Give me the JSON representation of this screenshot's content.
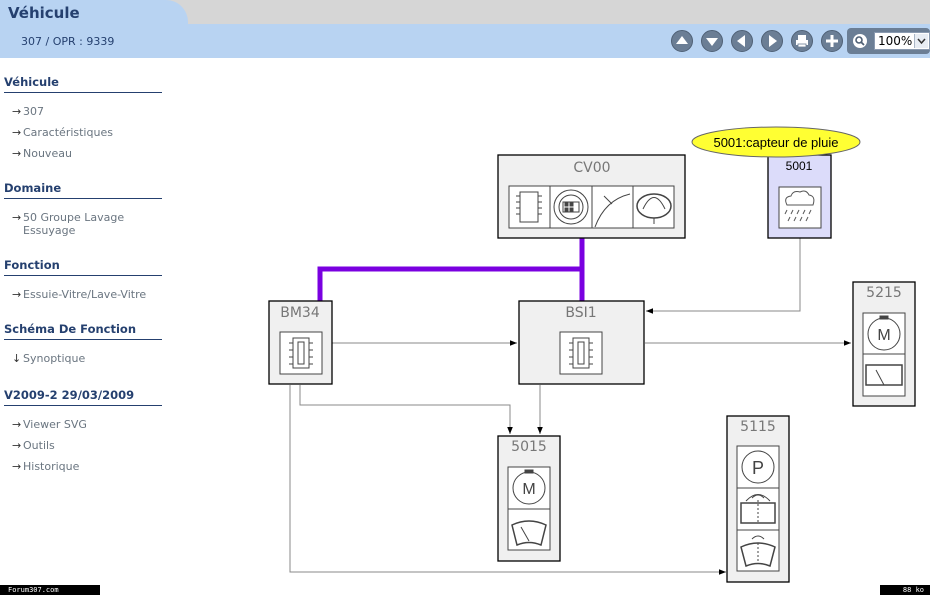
{
  "header": {
    "title": "Véhicule",
    "breadcrumb": "307  /  OPR : 9339",
    "toolbar": {
      "buttons": [
        {
          "name": "up-arrow-icon"
        },
        {
          "name": "down-arrow-icon"
        },
        {
          "name": "left-arrow-icon"
        },
        {
          "name": "right-arrow-icon"
        },
        {
          "name": "print-icon"
        },
        {
          "name": "plus-icon"
        }
      ],
      "zoom_value": "100%"
    }
  },
  "sidebar": {
    "sections": [
      {
        "heading": "Véhicule",
        "items": [
          "307",
          "Caractéristiques",
          "Nouveau"
        ]
      },
      {
        "heading": "Domaine",
        "items": [
          "50 Groupe Lavage Essuyage"
        ]
      },
      {
        "heading": "Fonction",
        "items": [
          "Essuie-Vitre/Lave-Vitre"
        ]
      },
      {
        "heading": "Schéma De Fonction",
        "items": [
          "Synoptique"
        ]
      },
      {
        "heading": "V2009-2 29/03/2009",
        "items": [
          "Viewer SVG",
          "Outils",
          "Historique"
        ]
      }
    ]
  },
  "diagram": {
    "tooltip": "5001:capteur de pluie",
    "components": {
      "cv00": "CV00",
      "c5001": "5001",
      "bm34": "BM34",
      "bsi1": "BSI1",
      "c5215": "5215",
      "c5015": "5015",
      "c5115": "5115"
    },
    "colors": {
      "wire": "#7a00e0",
      "tooltip": "#ffff33",
      "sensor_box": "#dcdcfa"
    }
  },
  "footer": {
    "left": "Forum307.com",
    "right": "88 ko"
  }
}
